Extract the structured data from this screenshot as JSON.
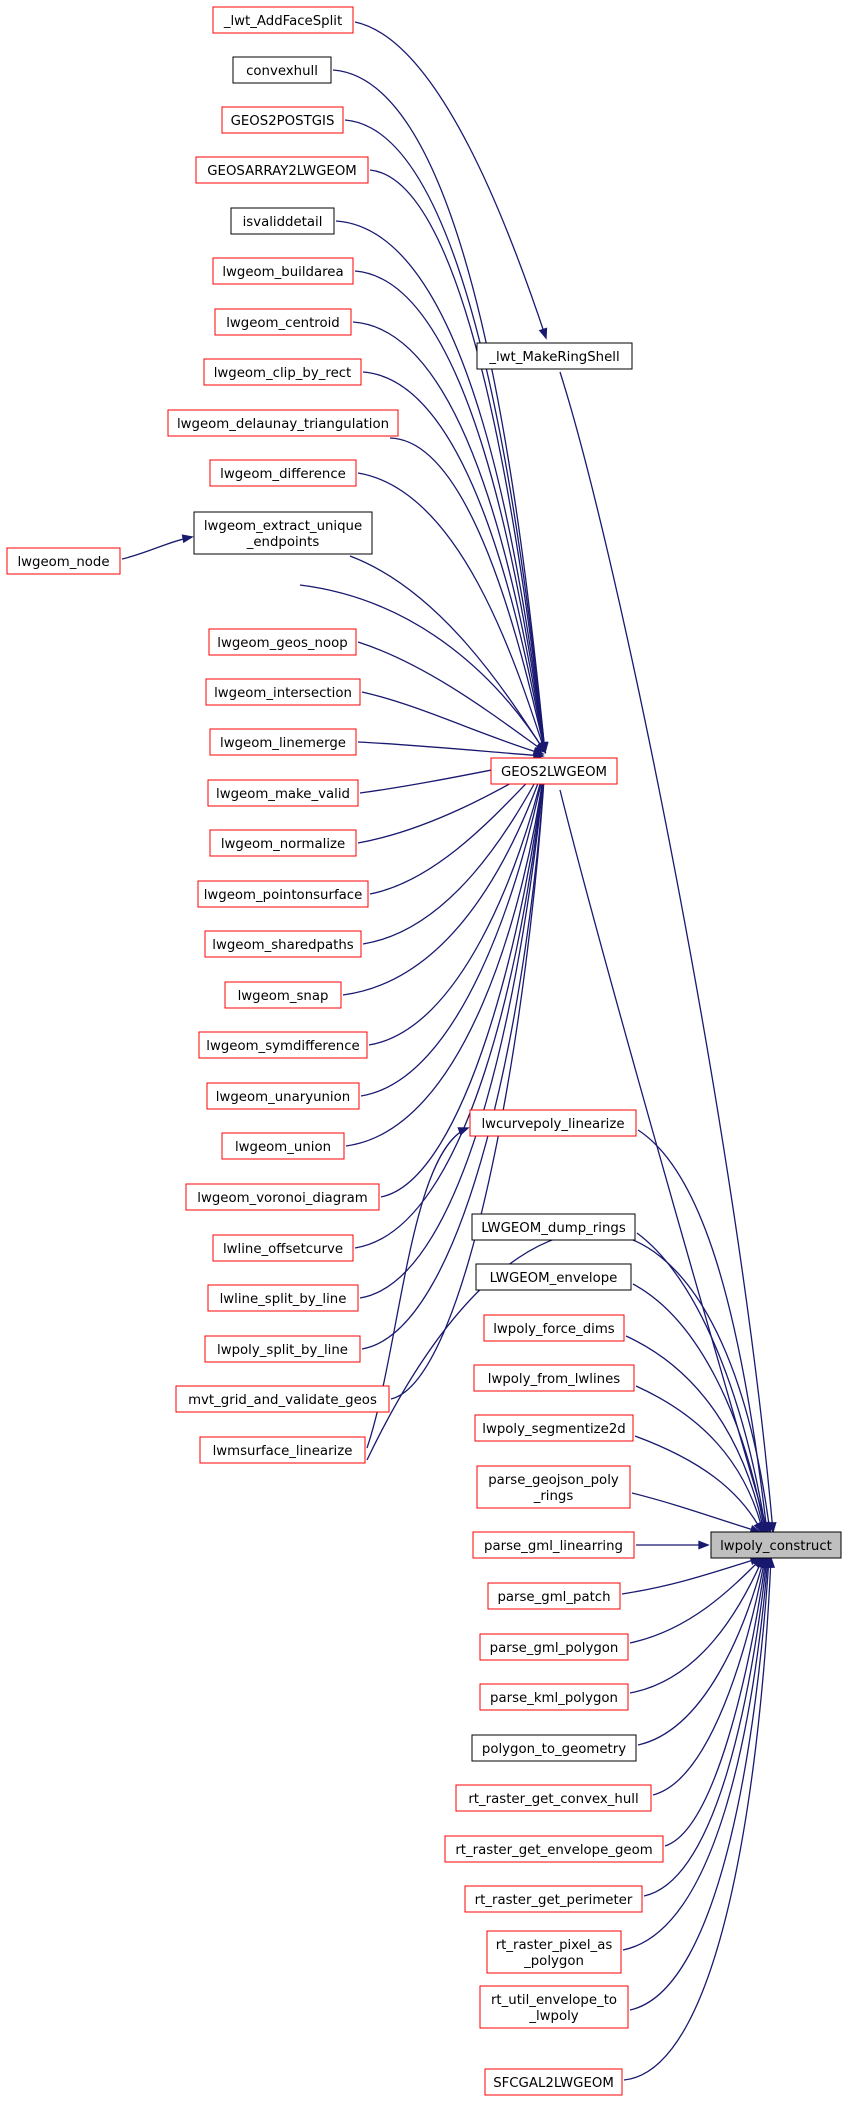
{
  "colors": {
    "edge": "#191970",
    "node_red_border": "#ff0000",
    "node_black_border": "#000000",
    "root_fill": "#bfbfbf",
    "node_fill": "#ffffff"
  },
  "root": {
    "id": "lwpoly_construct",
    "lines": [
      "lwpoly_construct"
    ]
  },
  "nodes": [
    {
      "id": "_lwt_AddFaceSplit",
      "lines": [
        "_lwt_AddFaceSplit"
      ],
      "border": "red"
    },
    {
      "id": "convexhull",
      "lines": [
        "convexhull"
      ],
      "border": "black"
    },
    {
      "id": "GEOS2POSTGIS",
      "lines": [
        "GEOS2POSTGIS"
      ],
      "border": "red"
    },
    {
      "id": "GEOSARRAY2LWGEOM",
      "lines": [
        "GEOSARRAY2LWGEOM"
      ],
      "border": "red"
    },
    {
      "id": "isvaliddetail",
      "lines": [
        "isvaliddetail"
      ],
      "border": "black"
    },
    {
      "id": "lwgeom_buildarea",
      "lines": [
        "lwgeom_buildarea"
      ],
      "border": "red"
    },
    {
      "id": "lwgeom_centroid",
      "lines": [
        "lwgeom_centroid"
      ],
      "border": "red"
    },
    {
      "id": "_lwt_MakeRingShell",
      "lines": [
        "_lwt_MakeRingShell"
      ],
      "border": "black"
    },
    {
      "id": "lwgeom_clip_by_rect",
      "lines": [
        "lwgeom_clip_by_rect"
      ],
      "border": "red"
    },
    {
      "id": "lwgeom_delaunay_triangulation",
      "lines": [
        "lwgeom_delaunay_triangulation"
      ],
      "border": "red"
    },
    {
      "id": "lwgeom_difference",
      "lines": [
        "lwgeom_difference"
      ],
      "border": "red"
    },
    {
      "id": "lwgeom_extract_unique_endpoints",
      "lines": [
        "lwgeom_extract_unique",
        "_endpoints"
      ],
      "border": "black"
    },
    {
      "id": "lwgeom_node",
      "lines": [
        "lwgeom_node"
      ],
      "border": "red"
    },
    {
      "id": "lwgeom_geos_noop",
      "lines": [
        "lwgeom_geos_noop"
      ],
      "border": "red"
    },
    {
      "id": "lwgeom_intersection",
      "lines": [
        "lwgeom_intersection"
      ],
      "border": "red"
    },
    {
      "id": "lwgeom_linemerge",
      "lines": [
        "lwgeom_linemerge"
      ],
      "border": "red"
    },
    {
      "id": "GEOS2LWGEOM",
      "lines": [
        "GEOS2LWGEOM"
      ],
      "border": "red"
    },
    {
      "id": "lwgeom_make_valid",
      "lines": [
        "lwgeom_make_valid"
      ],
      "border": "red"
    },
    {
      "id": "lwgeom_normalize",
      "lines": [
        "lwgeom_normalize"
      ],
      "border": "red"
    },
    {
      "id": "lwgeom_pointonsurface",
      "lines": [
        "lwgeom_pointonsurface"
      ],
      "border": "red"
    },
    {
      "id": "lwgeom_sharedpaths",
      "lines": [
        "lwgeom_sharedpaths"
      ],
      "border": "red"
    },
    {
      "id": "lwgeom_snap",
      "lines": [
        "lwgeom_snap"
      ],
      "border": "red"
    },
    {
      "id": "lwgeom_symdifference",
      "lines": [
        "lwgeom_symdifference"
      ],
      "border": "red"
    },
    {
      "id": "lwgeom_unaryunion",
      "lines": [
        "lwgeom_unaryunion"
      ],
      "border": "red"
    },
    {
      "id": "lwcurvepoly_linearize",
      "lines": [
        "lwcurvepoly_linearize"
      ],
      "border": "red"
    },
    {
      "id": "lwgeom_union",
      "lines": [
        "lwgeom_union"
      ],
      "border": "red"
    },
    {
      "id": "lwgeom_voronoi_diagram",
      "lines": [
        "lwgeom_voronoi_diagram"
      ],
      "border": "red"
    },
    {
      "id": "LWGEOM_dump_rings",
      "lines": [
        "LWGEOM_dump_rings"
      ],
      "border": "black"
    },
    {
      "id": "lwline_offsetcurve",
      "lines": [
        "lwline_offsetcurve"
      ],
      "border": "red"
    },
    {
      "id": "LWGEOM_envelope",
      "lines": [
        "LWGEOM_envelope"
      ],
      "border": "black"
    },
    {
      "id": "lwline_split_by_line",
      "lines": [
        "lwline_split_by_line"
      ],
      "border": "red"
    },
    {
      "id": "lwpoly_force_dims",
      "lines": [
        "lwpoly_force_dims"
      ],
      "border": "red"
    },
    {
      "id": "lwpoly_split_by_line",
      "lines": [
        "lwpoly_split_by_line"
      ],
      "border": "red"
    },
    {
      "id": "lwpoly_from_lwlines",
      "lines": [
        "lwpoly_from_lwlines"
      ],
      "border": "red"
    },
    {
      "id": "mvt_grid_and_validate_geos",
      "lines": [
        "mvt_grid_and_validate_geos"
      ],
      "border": "red"
    },
    {
      "id": "lwpoly_segmentize2d",
      "lines": [
        "lwpoly_segmentize2d"
      ],
      "border": "red"
    },
    {
      "id": "lwmsurface_linearize",
      "lines": [
        "lwmsurface_linearize"
      ],
      "border": "red"
    },
    {
      "id": "parse_geojson_poly_rings",
      "lines": [
        "parse_geojson_poly",
        "_rings"
      ],
      "border": "red"
    },
    {
      "id": "parse_gml_linearring",
      "lines": [
        "parse_gml_linearring"
      ],
      "border": "red"
    },
    {
      "id": "parse_gml_patch",
      "lines": [
        "parse_gml_patch"
      ],
      "border": "red"
    },
    {
      "id": "parse_gml_polygon",
      "lines": [
        "parse_gml_polygon"
      ],
      "border": "red"
    },
    {
      "id": "parse_kml_polygon",
      "lines": [
        "parse_kml_polygon"
      ],
      "border": "red"
    },
    {
      "id": "polygon_to_geometry",
      "lines": [
        "polygon_to_geometry"
      ],
      "border": "black"
    },
    {
      "id": "rt_raster_get_convex_hull",
      "lines": [
        "rt_raster_get_convex_hull"
      ],
      "border": "red"
    },
    {
      "id": "rt_raster_get_envelope_geom",
      "lines": [
        "rt_raster_get_envelope_geom"
      ],
      "border": "red"
    },
    {
      "id": "rt_raster_get_perimeter",
      "lines": [
        "rt_raster_get_perimeter"
      ],
      "border": "red"
    },
    {
      "id": "rt_raster_pixel_as_polygon",
      "lines": [
        "rt_raster_pixel_as",
        "_polygon"
      ],
      "border": "red"
    },
    {
      "id": "rt_util_envelope_to_lwpoly",
      "lines": [
        "rt_util_envelope_to",
        "_lwpoly"
      ],
      "border": "red"
    },
    {
      "id": "SFCGAL2LWGEOM",
      "lines": [
        "SFCGAL2LWGEOM"
      ],
      "border": "red"
    }
  ],
  "edges": [
    {
      "from": "lwpoly_construct",
      "to": "_lwt_MakeRingShell"
    },
    {
      "from": "_lwt_MakeRingShell",
      "to": "_lwt_AddFaceSplit"
    },
    {
      "from": "lwpoly_construct",
      "to": "GEOS2LWGEOM"
    },
    {
      "from": "GEOS2LWGEOM",
      "to": "convexhull"
    },
    {
      "from": "GEOS2LWGEOM",
      "to": "GEOS2POSTGIS"
    },
    {
      "from": "GEOS2LWGEOM",
      "to": "GEOSARRAY2LWGEOM"
    },
    {
      "from": "GEOS2LWGEOM",
      "to": "isvaliddetail"
    },
    {
      "from": "GEOS2LWGEOM",
      "to": "lwgeom_buildarea"
    },
    {
      "from": "GEOS2LWGEOM",
      "to": "lwgeom_centroid"
    },
    {
      "from": "GEOS2LWGEOM",
      "to": "lwgeom_clip_by_rect"
    },
    {
      "from": "GEOS2LWGEOM",
      "to": "lwgeom_delaunay_triangulation"
    },
    {
      "from": "GEOS2LWGEOM",
      "to": "lwgeom_difference"
    },
    {
      "from": "GEOS2LWGEOM",
      "to": "lwgeom_extract_unique_endpoints"
    },
    {
      "from": "lwgeom_extract_unique_endpoints",
      "to": "lwgeom_node"
    },
    {
      "from": "GEOS2LWGEOM",
      "to": "lwgeom_node"
    },
    {
      "from": "GEOS2LWGEOM",
      "to": "lwgeom_geos_noop"
    },
    {
      "from": "GEOS2LWGEOM",
      "to": "lwgeom_intersection"
    },
    {
      "from": "GEOS2LWGEOM",
      "to": "lwgeom_linemerge"
    },
    {
      "from": "GEOS2LWGEOM",
      "to": "lwgeom_make_valid"
    },
    {
      "from": "GEOS2LWGEOM",
      "to": "lwgeom_normalize"
    },
    {
      "from": "GEOS2LWGEOM",
      "to": "lwgeom_pointonsurface"
    },
    {
      "from": "GEOS2LWGEOM",
      "to": "lwgeom_sharedpaths"
    },
    {
      "from": "GEOS2LWGEOM",
      "to": "lwgeom_snap"
    },
    {
      "from": "GEOS2LWGEOM",
      "to": "lwgeom_symdifference"
    },
    {
      "from": "GEOS2LWGEOM",
      "to": "lwgeom_unaryunion"
    },
    {
      "from": "GEOS2LWGEOM",
      "to": "lwgeom_union"
    },
    {
      "from": "GEOS2LWGEOM",
      "to": "lwgeom_voronoi_diagram"
    },
    {
      "from": "GEOS2LWGEOM",
      "to": "lwline_offsetcurve"
    },
    {
      "from": "GEOS2LWGEOM",
      "to": "lwline_split_by_line"
    },
    {
      "from": "GEOS2LWGEOM",
      "to": "lwpoly_split_by_line"
    },
    {
      "from": "GEOS2LWGEOM",
      "to": "mvt_grid_and_validate_geos"
    },
    {
      "from": "lwpoly_construct",
      "to": "lwcurvepoly_linearize"
    },
    {
      "from": "lwcurvepoly_linearize",
      "to": "lwmsurface_linearize"
    },
    {
      "from": "lwpoly_construct",
      "to": "LWGEOM_dump_rings"
    },
    {
      "from": "lwpoly_construct",
      "to": "LWGEOM_envelope"
    },
    {
      "from": "lwpoly_construct",
      "to": "lwpoly_force_dims"
    },
    {
      "from": "lwpoly_construct",
      "to": "lwpoly_from_lwlines"
    },
    {
      "from": "lwpoly_construct",
      "to": "lwpoly_segmentize2d"
    },
    {
      "from": "lwpoly_construct",
      "to": "lwmsurface_linearize"
    },
    {
      "from": "lwpoly_construct",
      "to": "parse_geojson_poly_rings"
    },
    {
      "from": "lwpoly_construct",
      "to": "parse_gml_linearring"
    },
    {
      "from": "lwpoly_construct",
      "to": "parse_gml_patch"
    },
    {
      "from": "lwpoly_construct",
      "to": "parse_gml_polygon"
    },
    {
      "from": "lwpoly_construct",
      "to": "parse_kml_polygon"
    },
    {
      "from": "lwpoly_construct",
      "to": "polygon_to_geometry"
    },
    {
      "from": "lwpoly_construct",
      "to": "rt_raster_get_convex_hull"
    },
    {
      "from": "lwpoly_construct",
      "to": "rt_raster_get_envelope_geom"
    },
    {
      "from": "lwpoly_construct",
      "to": "rt_raster_get_perimeter"
    },
    {
      "from": "lwpoly_construct",
      "to": "rt_raster_pixel_as_polygon"
    },
    {
      "from": "lwpoly_construct",
      "to": "rt_util_envelope_to_lwpoly"
    },
    {
      "from": "lwpoly_construct",
      "to": "SFCGAL2LWGEOM"
    }
  ]
}
